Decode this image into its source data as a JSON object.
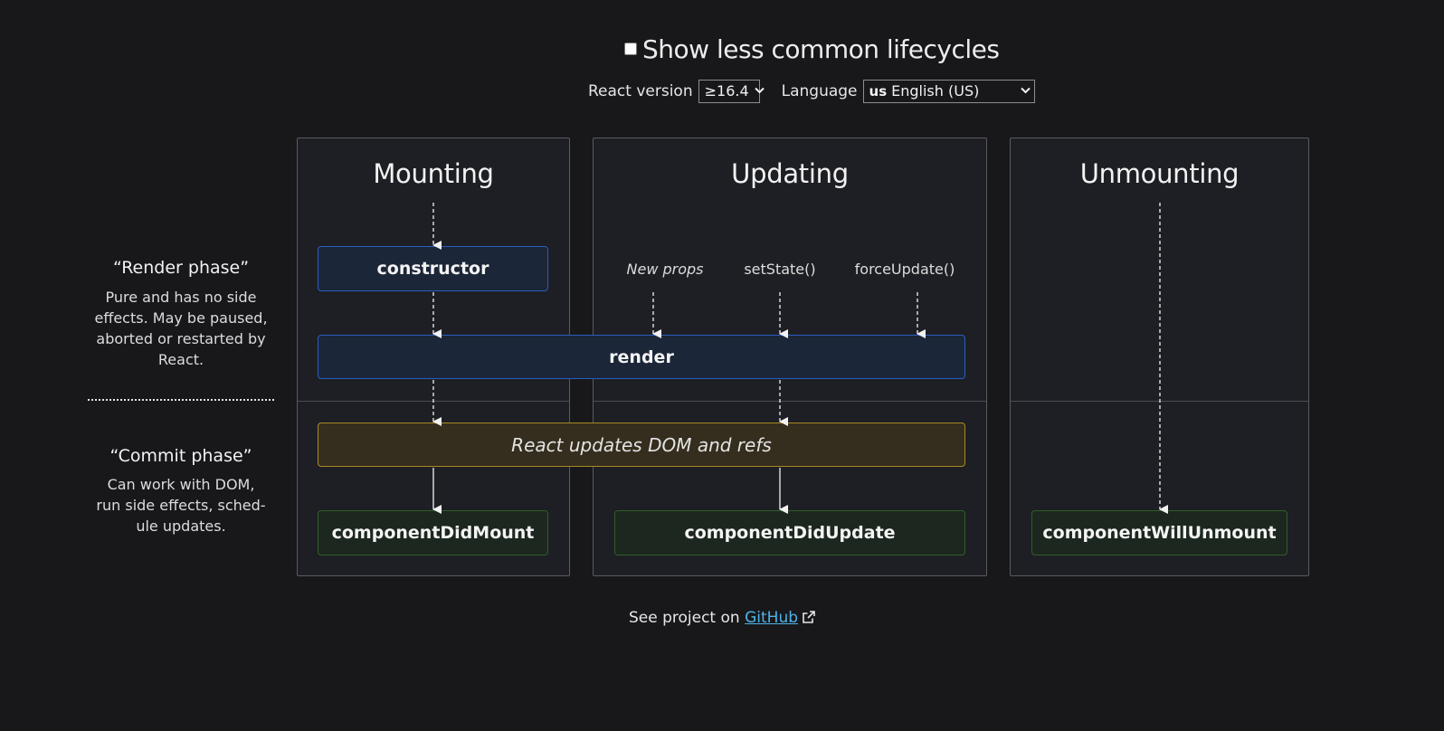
{
  "controls": {
    "show_less_common_label": "Show less common lifecycles",
    "show_less_common_checked": false,
    "react_version_label": "React version",
    "react_version_value": "≥16.4",
    "language_label": "Language",
    "language_flag": "us",
    "language_value": "English (US)"
  },
  "side_notes": {
    "render_phase_title": "“Render phase”",
    "render_phase_lines": [
      "Pure and has no side",
      "effects. May be paused,",
      "aborted or restarted by",
      "React."
    ],
    "commit_phase_title": "“Commit phase”",
    "commit_phase_lines": [
      "Can work with DOM,",
      "run side effects, sched-",
      "ule updates."
    ]
  },
  "panels": {
    "mounting": "Mounting",
    "updating": "Updating",
    "unmounting": "Unmounting"
  },
  "triggers": {
    "new_props": "New props",
    "set_state": "setState()",
    "force_update": "forceUpdate()"
  },
  "methods": {
    "constructor": "constructor",
    "render": "render",
    "dom_update": "React updates DOM and refs",
    "component_did_mount": "componentDidMount",
    "component_did_update": "componentDidUpdate",
    "component_will_unmount": "componentWillUnmount"
  },
  "footer": {
    "prefix": "See project on",
    "link_text": "GitHub"
  },
  "colors": {
    "background": "#18181b",
    "panel": "#1e1f24",
    "render_phase_box_border": "#2a5cc0",
    "commit_box_border": "#a88a20",
    "lifecycle_box_border": "#2e5f28",
    "link": "#4fb3e8"
  }
}
